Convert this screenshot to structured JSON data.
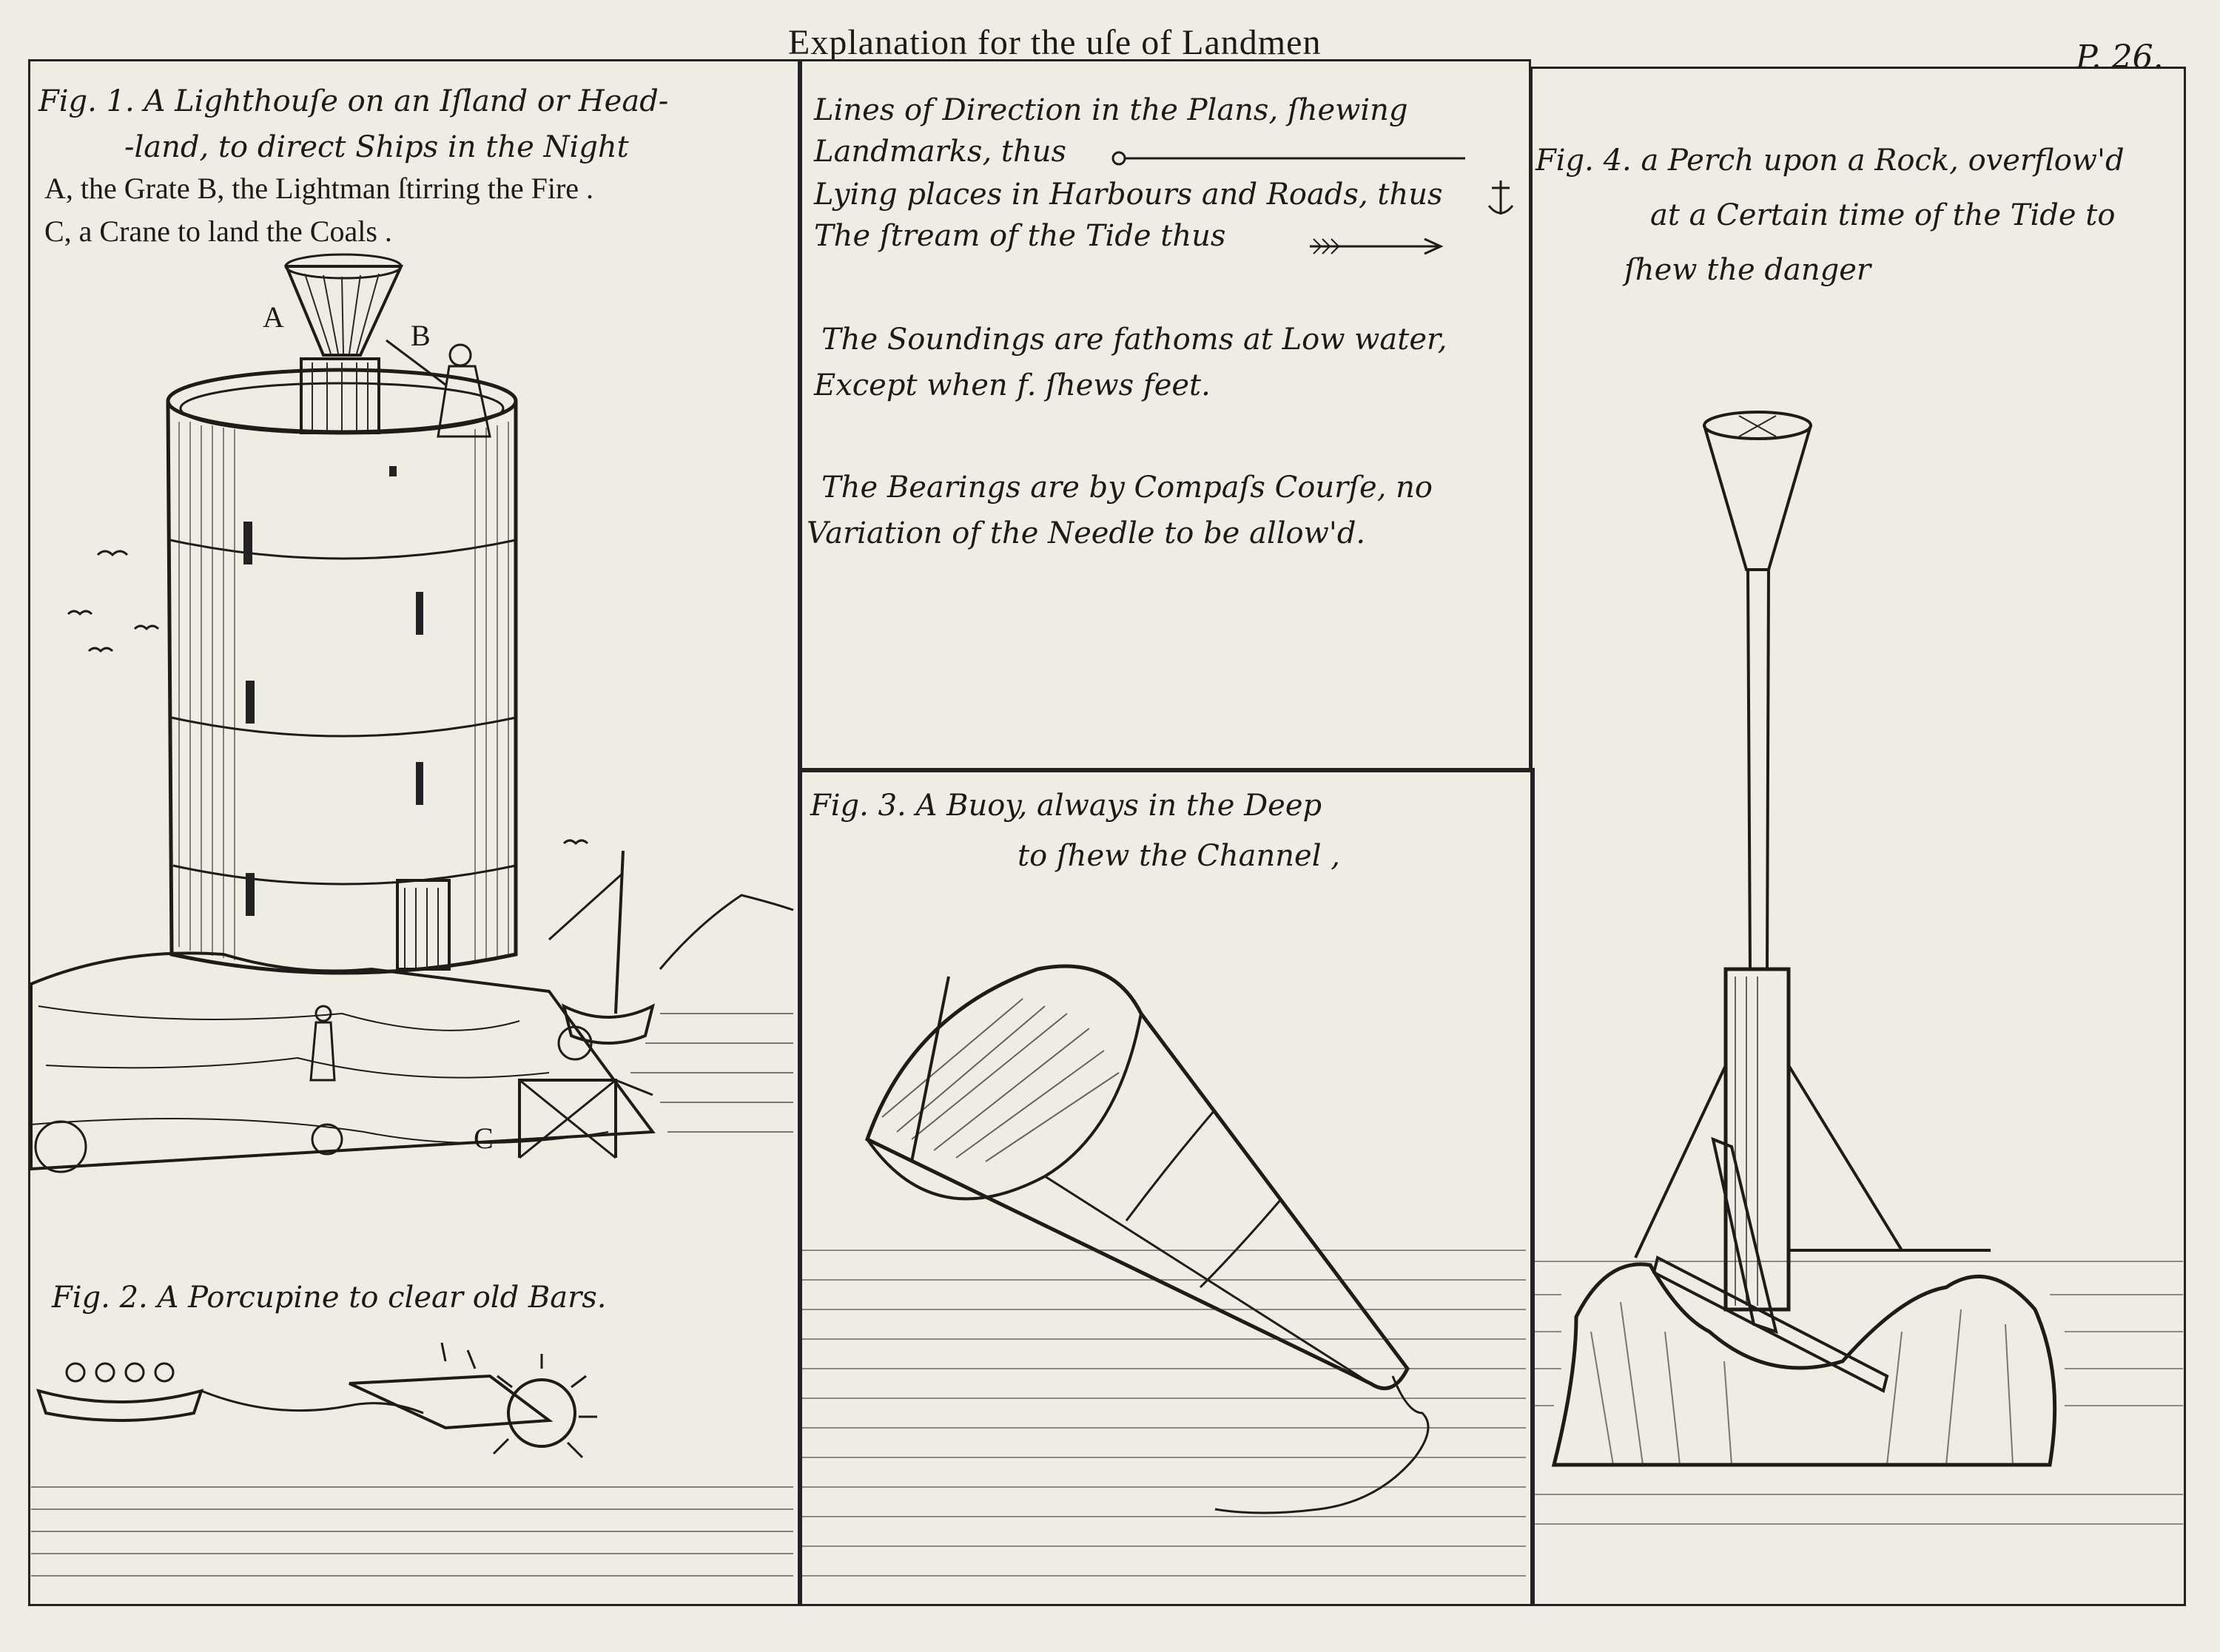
{
  "header": {
    "title": "Explanation for the uſe of Landmen",
    "page_number": "P. 26."
  },
  "fig1": {
    "title_line1": "Fig. 1. A Lighthouſe on an Iſland or Head-",
    "title_line2": "-land, to direct Ships in the Night",
    "key_line1": "A, the Grate B, the Lightman ſtirring the Fire .",
    "key_line2": "C, a Crane to land the Coals .",
    "label_a": "A",
    "label_b": "B",
    "label_c": "C"
  },
  "fig2": {
    "caption": "Fig. 2. A Porcupine to clear old Bars."
  },
  "legend": {
    "line1": "Lines of Direction in the Plans, ſhewing",
    "line2": "Landmarks, thus",
    "line3": "Lying places in Harbours and Roads, thus",
    "line4": "The ſtream of the Tide thus",
    "soundings_line1": "The Soundings are fathoms at Low water,",
    "soundings_line2": "Except when f. ſhews feet.",
    "bearings_line1": "The Bearings are by Compaſs Courſe, no",
    "bearings_line2": "Variation of the Needle to be allow'd."
  },
  "fig3": {
    "title_line1": "Fig. 3. A Buoy, always in the Deep",
    "title_line2": "to ſhew the Channel ,"
  },
  "fig4": {
    "title_line1": "Fig. 4. a Perch upon a Rock, overflow'd",
    "title_line2": "at a Certain time of the Tide to",
    "title_line3": "ſhew the danger"
  },
  "colors": {
    "paper": "#efece4",
    "ink": "#1c1a17"
  }
}
